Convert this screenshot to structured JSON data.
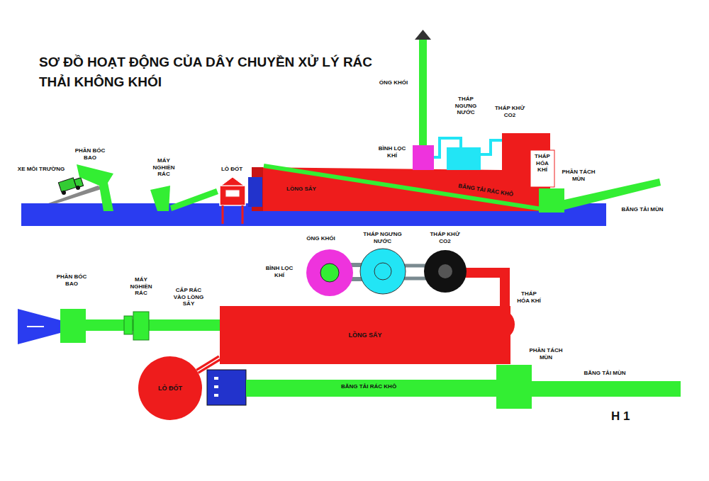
{
  "diagram": {
    "title": "SƠ ĐỒ HOẠT ĐỘNG CỦA DÂY CHUYỀN XỬ LÝ RÁC THẢI KHÔNG KHÓI",
    "nodes": [
      {
        "text": [
          "LỒNG SẤY"
        ]
      },
      {
        "text": [
          "LÒ ĐỐT"
        ]
      }
    ],
    "edges": [
      {
        "from": 1,
        "to": 0,
        "arrow": "none"
      }
    ],
    "labels": [
      "XE MÔI TRƯỜNG",
      "PHẦN BÓC BAO",
      "MÁY NGHIỀN RÁC",
      "LÒ ĐỐT",
      "LỒNG SẤY",
      "ỐNG KHÓI",
      "BÌNH LỌC KHÍ",
      "THÁP NGƯNG NƯỚC",
      "THÁP KHỬ CO2",
      "BĂNG TẢI RÁC KHÔ",
      "THÁP HÓA KHÍ",
      "PHẦN TÁCH MÙN",
      "BĂNG TẢI MÙN",
      "PHẦN BÓC BAO",
      "MÁY NGHIỀN RÁC",
      "CẤP RÁC VÀO LỒNG SẤY",
      "ỐNG KHÓI",
      "THÁP NGƯNG NƯỚC",
      "THÁP KHỬ CO2",
      "BÌNH LỌC KHÍ",
      "THÁP HÓA KHÍ",
      "BĂNG TẢI RÁC KHÔ",
      "PHẦN TÁCH MÙN",
      "BĂNG TẢI MÙN",
      "H 1"
    ]
  }
}
